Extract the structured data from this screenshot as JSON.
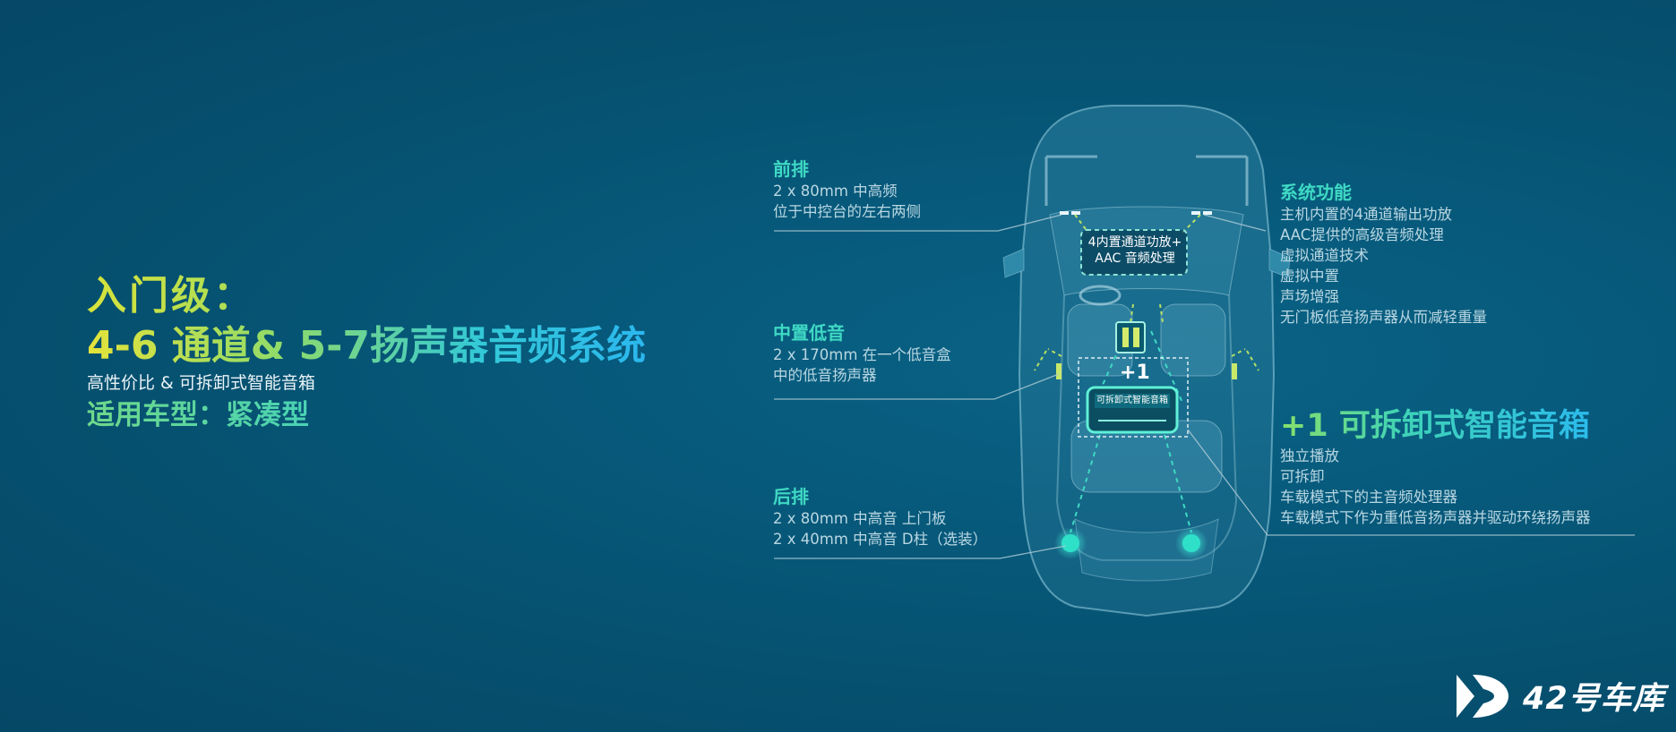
{
  "headline": {
    "level": "入门级：",
    "system": "4-6 通道& 5-7扬声器音频系统",
    "tagline": "高性价比 & 可拆卸式智能音箱",
    "fit": "适用车型：紧凑型"
  },
  "front": {
    "title": "前排",
    "lines": [
      "2 x 80mm 中高频",
      "位于中控台的左右两侧"
    ]
  },
  "center": {
    "title": "中置低音",
    "lines": [
      "2 x 170mm 在一个低音盒",
      "中的低音扬声器"
    ]
  },
  "rear": {
    "title": "后排",
    "lines": [
      "2 x 80mm 中高音 上门板",
      "2 x 40mm 中高音 D柱（选装）"
    ]
  },
  "system": {
    "title": "系统功能",
    "lines": [
      "主机内置的4通道输出功放",
      "AAC提供的高级音频处理",
      "虚拟通道技术",
      "虚拟中置",
      "声场增强",
      "无门板低音扬声器从而减轻重量"
    ]
  },
  "speaker": {
    "title": "+1 可拆卸式智能音箱",
    "lines": [
      "独立播放",
      "可拆卸",
      "车载模式下的主音频处理器",
      "车载模式下作为重低音扬声器并驱动环绕扬声器"
    ]
  },
  "diagram": {
    "amp_label_1": "4内置通道功放+",
    "amp_label_2": "AAC 音频处理",
    "plus_one": "+1",
    "speaker_badge": "可拆卸式智能音箱"
  },
  "brand": {
    "name": "42号车库"
  },
  "colors": {
    "background": "#064e70",
    "accent": "#3fd9c4",
    "speaker_cyan": "#24d6c4"
  },
  "icons": [
    "car-xray-icon",
    "tweeter-icon",
    "subwoofer-icon",
    "smart-speaker-icon",
    "brand-logo-icon"
  ]
}
